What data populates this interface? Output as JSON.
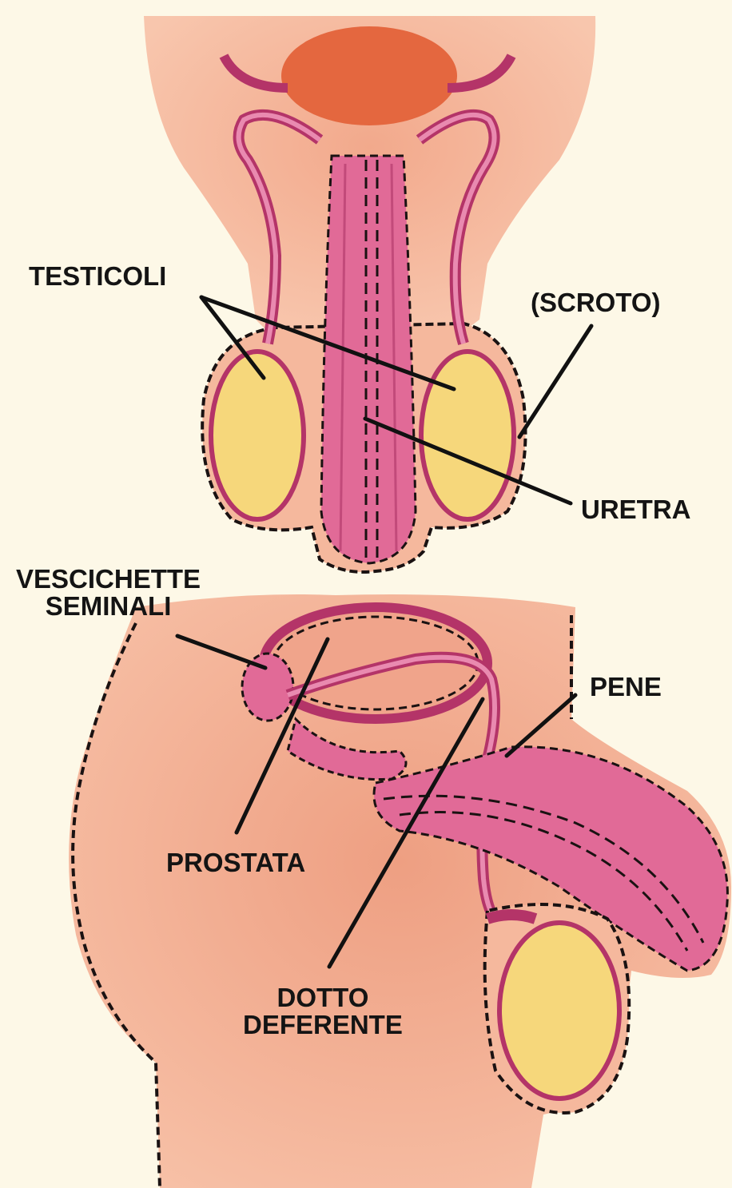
{
  "colors": {
    "background": "#fdf8e7",
    "skin": "#f5b69b",
    "skin_dark": "#eda287",
    "organ_pink": "#e16a97",
    "organ_dark": "#b43468",
    "bladder": "#e4673f",
    "testicle_yellow": "#f6d77b",
    "outline": "#1a1212",
    "leader_line": "#111111"
  },
  "labels": {
    "testicoli": "TESTICOLI",
    "scroto": "(SCROTO)",
    "uretra": "URETRA",
    "vescichette_line1": "VESCICHETTE",
    "vescichette_line2": "SEMINALI",
    "pene": "PENE",
    "prostata": "PROSTATA",
    "dotto_line1": "DOTTO",
    "dotto_line2": "DEFERENTE"
  }
}
